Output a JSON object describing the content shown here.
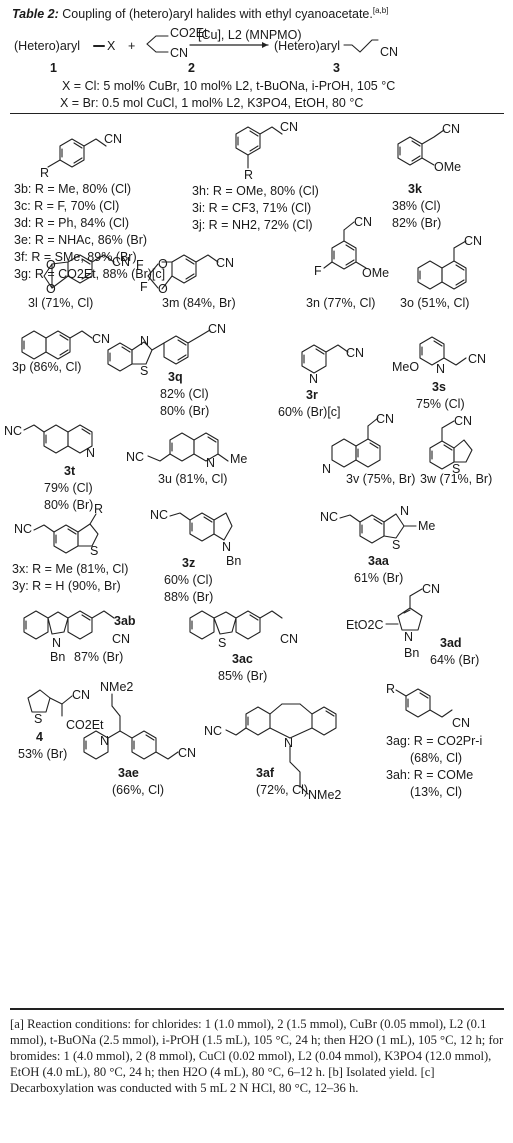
{
  "title": {
    "label": "Table 2:",
    "text": "Coupling of (hetero)aryl halides with ethyl cyanoacetate.",
    "sup": "[a,b]"
  },
  "scheme": {
    "reactant1": "(Hetero)aryl",
    "x": "X",
    "plus": "+",
    "co2et": "CO2Et",
    "cn": "CN",
    "num1": "1",
    "num2": "2",
    "num3": "3",
    "catalyst": "[Cu], L2 (MNPMO)",
    "product": "(Hetero)aryl",
    "cond_cl": "X = Cl: 5 mol% CuBr, 10 mol% L2, t-BuONa, i-PrOH, 105 °C",
    "cond_br": "X = Br: 0.5 mol CuCl, 1 mol% L2, K3PO4, EtOH, 80 °C"
  },
  "entries": {
    "col1": [
      "3b: R = Me, 80% (Cl)",
      "3c: R = F, 70% (Cl)",
      "3d: R = Ph, 84% (Cl)",
      "3e: R = NHAc, 86% (Br)",
      "3f: R = SMe, 89% (Br)",
      "3g: R = CO2Et, 88% (Br)[c]"
    ],
    "col2": [
      "3h: R = OMe, 80% (Cl)",
      "3i: R = CF3, 71% (Cl)",
      "3j: R = NH2, 72% (Cl)"
    ],
    "k": [
      "3k",
      "38% (Cl)",
      "82% (Br)"
    ],
    "l": "3l (71%, Cl)",
    "m": "3m (84%, Br)",
    "n": "3n (77%, Cl)",
    "o": "3o (51%, Cl)",
    "p": "3p (86%, Cl)",
    "q": [
      "3q",
      "82% (Cl)",
      "80% (Br)"
    ],
    "r": [
      "3r",
      "60% (Br)[c]"
    ],
    "s": [
      "3s",
      "75% (Cl)"
    ],
    "t": [
      "3t",
      "79% (Cl)",
      "80% (Br)"
    ],
    "u": "3u (81%, Cl)",
    "v": "3v (75%, Br)",
    "w": "3w (71%, Br)",
    "x": "3x: R = Me (81%, Cl)",
    "y": "3y: R = H (90%, Br)",
    "z": [
      "3z",
      "60% (Cl)",
      "88% (Br)"
    ],
    "aa": [
      "3aa",
      "61% (Br)"
    ],
    "ab": "3ab",
    "ab_yield": "87% (Br)",
    "ac": [
      "3ac",
      "85% (Br)"
    ],
    "ad": [
      "3ad",
      "64% (Br)"
    ],
    "e4": [
      "4",
      "53% (Br)"
    ],
    "ae": [
      "3ae",
      "(66%, Cl)"
    ],
    "af": [
      "3af",
      "(72%, Cl)"
    ],
    "ag": [
      "3ag: R = CO2Pr-i",
      "(68%, Cl)"
    ],
    "ah": [
      "3ah: R = COMe",
      "(13%, Cl)"
    ]
  },
  "labels": {
    "cn": "CN",
    "r": "R",
    "ome": "OMe",
    "me": "Me",
    "n": "N",
    "s": "S",
    "o": "O",
    "f": "F",
    "bn": "Bn",
    "nc": "NC",
    "meo": "MeO",
    "eto2c": "EtO2C",
    "co2et": "CO2Et",
    "nme2": "NMe2"
  },
  "footnotes": [
    "[a] Reaction conditions: for chlorides: 1 (1.0 mmol), 2 (1.5 mmol), CuBr (0.05 mmol), L2 (0.1 mmol), t-BuONa (2.5 mmol), i-PrOH (1.5 mL), 105 °C, 24 h; then H2O (1 mL), 105 °C, 12 h; for bromides: 1 (4.0 mmol), 2 (8 mmol), CuCl (0.02 mmol), L2 (0.04 mmol), K3PO4 (12.0 mmol), EtOH (4.0 mL), 80 °C, 24 h; then H2O (4 mL), 80 °C, 6–12 h. [b] Isolated yield. [c] Decarboxylation was conducted with 5 mL 2 N HCl, 80 °C, 12–36 h."
  ]
}
